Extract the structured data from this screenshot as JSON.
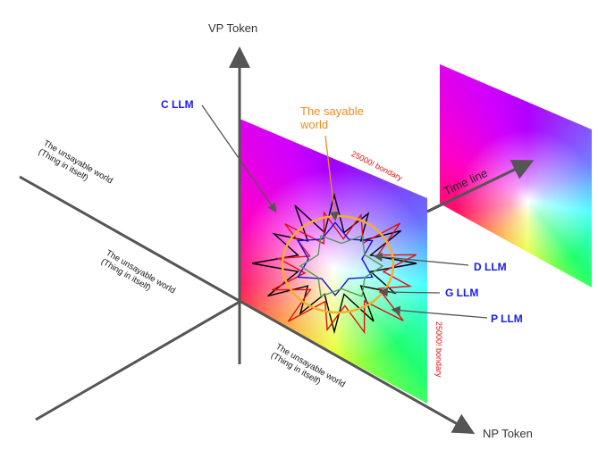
{
  "axes": {
    "vertical": "VP Token",
    "diagonal": "NP Token",
    "time": "Time line"
  },
  "labels": {
    "c_llm": "C LLM",
    "d_llm": "D LLM",
    "g_llm": "G LLM",
    "p_llm": "P LLM",
    "sayable_line1": "The sayable",
    "sayable_line2": "world",
    "boundary_top": "25000! bondary",
    "boundary_side": "25000! bondary",
    "unsayable": "The unsayable world (Thing in itself)"
  },
  "colors": {
    "llm_label": "#1a1aee",
    "sayable": "#f08a20",
    "boundary": "#e01010",
    "circle": "#f0b030",
    "c_star": "#000000",
    "p_star": "#e01010",
    "d_star": "#1010e0",
    "g_star": "#5a9a50",
    "axis": "#555555"
  }
}
